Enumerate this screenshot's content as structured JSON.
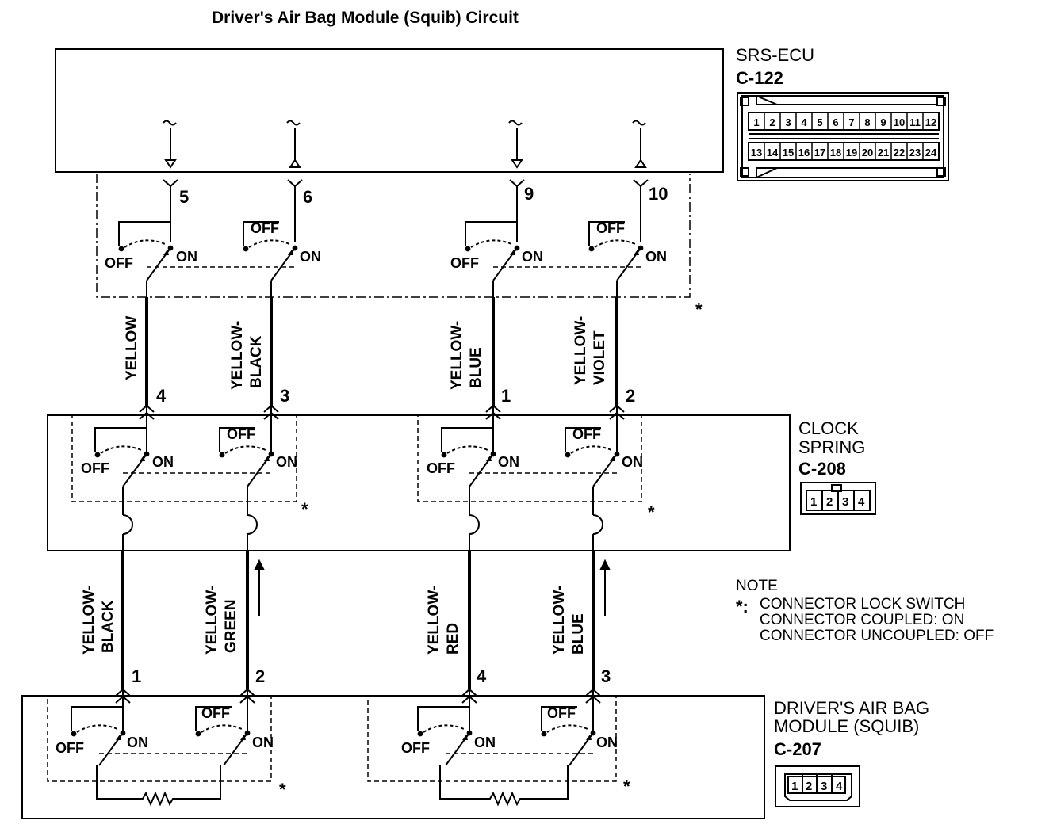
{
  "title": "Driver's Air Bag Module (Squib) Circuit",
  "srs_ecu": {
    "name": "SRS-ECU",
    "connector": "C-122",
    "pins": [
      "5",
      "6",
      "9",
      "10"
    ],
    "connector_pins": [
      "1",
      "2",
      "3",
      "4",
      "5",
      "6",
      "7",
      "8",
      "9",
      "10",
      "11",
      "12",
      "13",
      "14",
      "15",
      "16",
      "17",
      "18",
      "19",
      "20",
      "21",
      "22",
      "23",
      "24"
    ]
  },
  "ecu_wires": [
    {
      "line1": "YELLOW",
      "line2": "",
      "pin": "4"
    },
    {
      "line1": "YELLOW-",
      "line2": "BLACK",
      "pin": "3"
    },
    {
      "line1": "YELLOW-",
      "line2": "BLUE",
      "pin": "1"
    },
    {
      "line1": "YELLOW-",
      "line2": "VIOLET",
      "pin": "2"
    }
  ],
  "clock_spring": {
    "name_line1": "CLOCK",
    "name_line2": "SPRING",
    "connector": "C-208",
    "connector_pins": [
      "1",
      "2",
      "3",
      "4"
    ]
  },
  "squib_wires": [
    {
      "line1": "YELLOW-",
      "line2": "BLACK",
      "pin": "1"
    },
    {
      "line1": "YELLOW-",
      "line2": "GREEN",
      "pin": "2"
    },
    {
      "line1": "YELLOW-",
      "line2": "RED",
      "pin": "4"
    },
    {
      "line1": "YELLOW-",
      "line2": "BLUE",
      "pin": "3"
    }
  ],
  "air_bag_module": {
    "name_line1": "DRIVER'S AIR BAG",
    "name_line2": "MODULE (SQUIB)",
    "connector": "C-207",
    "connector_pins": [
      "1",
      "2",
      "3",
      "4"
    ]
  },
  "switch_labels": {
    "off": "OFF",
    "on": "ON"
  },
  "asterisk": "*",
  "note": {
    "heading": "NOTE",
    "marker": "*:",
    "line1": "CONNECTOR LOCK SWITCH",
    "line2": "CONNECTOR COUPLED: ON",
    "line3": "CONNECTOR UNCOUPLED: OFF"
  }
}
